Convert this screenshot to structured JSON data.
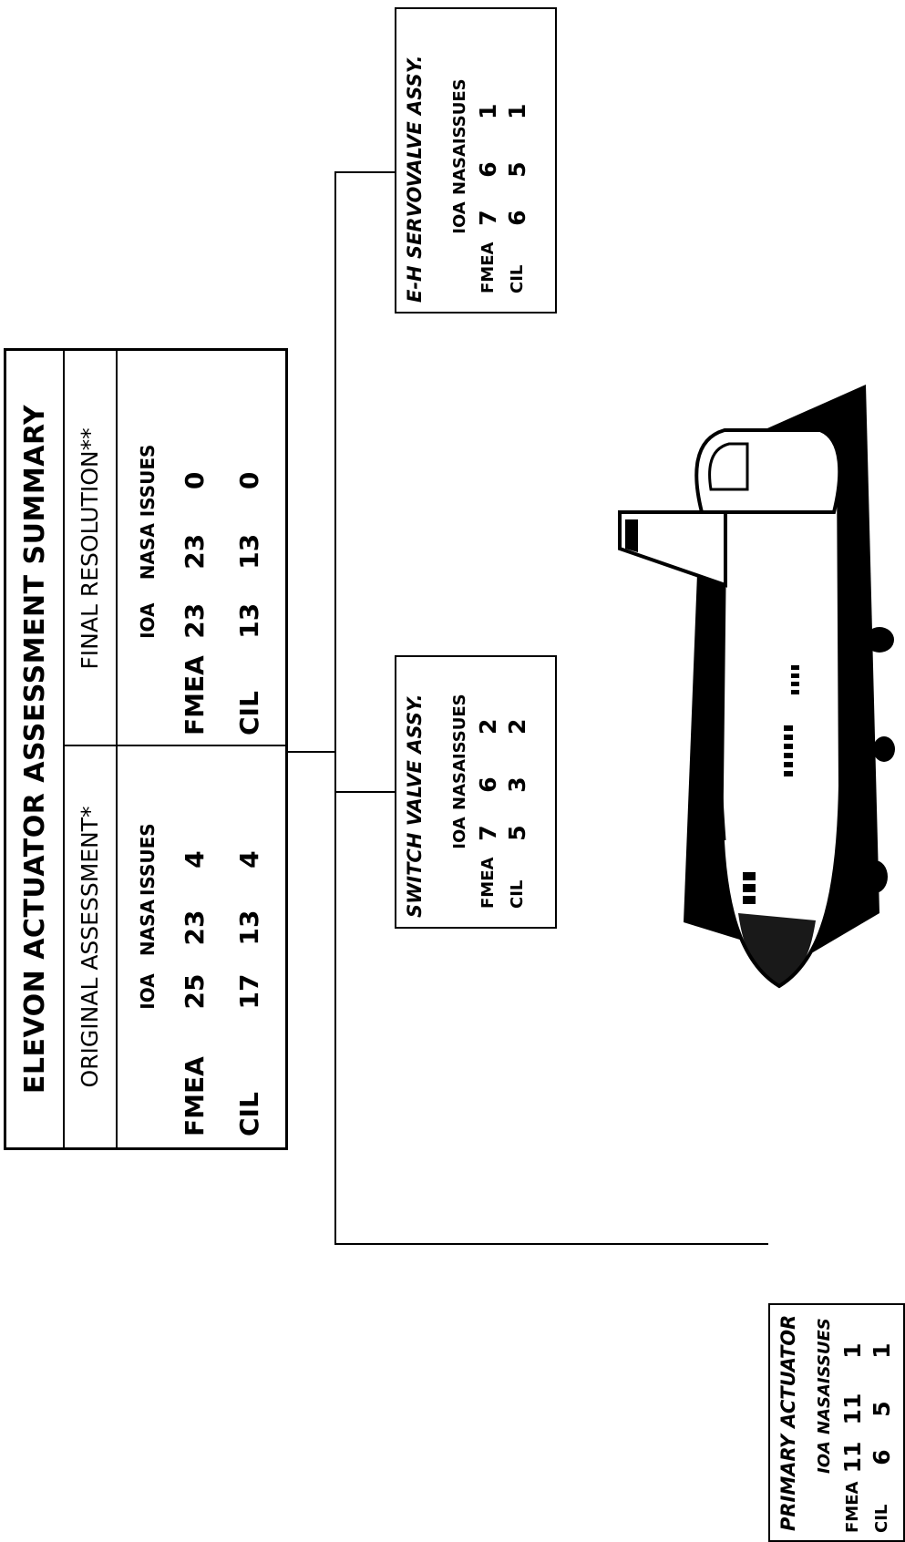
{
  "summary": {
    "title": "ELEVON ACTUATOR ASSESSMENT SUMMARY",
    "original": {
      "heading": "ORIGINAL ASSESSMENT*",
      "columns": [
        "IOA",
        "NASA",
        "ISSUES"
      ],
      "rows": [
        {
          "label": "FMEA",
          "values": [
            "25",
            "23",
            "4"
          ]
        },
        {
          "label": "CIL",
          "values": [
            "17",
            "13",
            "4"
          ]
        }
      ]
    },
    "final": {
      "heading": "FINAL RESOLUTION**",
      "columns": [
        "IOA",
        "NASA",
        "ISSUES"
      ],
      "rows": [
        {
          "label": "FMEA",
          "values": [
            "23",
            "23",
            "0"
          ]
        },
        {
          "label": "CIL",
          "values": [
            "13",
            "13",
            "0"
          ]
        }
      ]
    }
  },
  "components": [
    {
      "name": "PRIMARY ACTUATOR",
      "columns": [
        "IOA",
        "NASA",
        "ISSUES"
      ],
      "rows": [
        {
          "label": "FMEA",
          "values": [
            "11",
            "11",
            "1"
          ]
        },
        {
          "label": "CIL",
          "values": [
            "6",
            "5",
            "1"
          ]
        }
      ]
    },
    {
      "name": "SWITCH VALVE ASSY.",
      "columns": [
        "IOA",
        "NASA",
        "ISSUES"
      ],
      "rows": [
        {
          "label": "FMEA",
          "values": [
            "7",
            "6",
            "2"
          ]
        },
        {
          "label": "CIL",
          "values": [
            "5",
            "3",
            "2"
          ]
        }
      ]
    },
    {
      "name": "E-H SERVOVALVE ASSY.",
      "columns": [
        "IOA",
        "NASA",
        "ISSUES"
      ],
      "rows": [
        {
          "label": "FMEA",
          "values": [
            "7",
            "6",
            "1"
          ]
        },
        {
          "label": "CIL",
          "values": [
            "6",
            "5",
            "1"
          ]
        }
      ]
    }
  ],
  "illustration": {
    "icon": "space-shuttle-icon"
  }
}
